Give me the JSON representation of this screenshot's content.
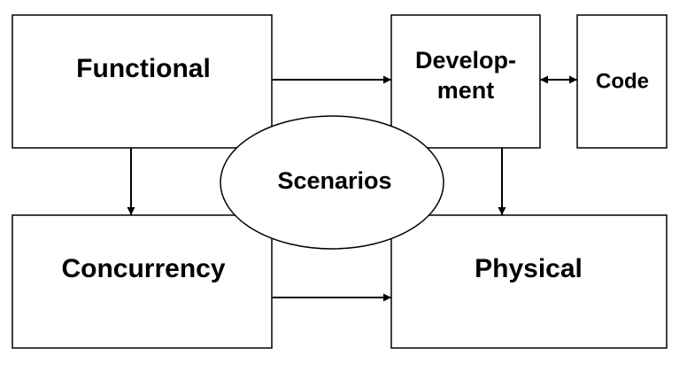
{
  "nodes": {
    "functional": {
      "label": "Functional"
    },
    "development": {
      "label_line1": "Develop-",
      "label_line2": "ment"
    },
    "code": {
      "label": "Code"
    },
    "scenarios": {
      "label": "Scenarios"
    },
    "concurrency": {
      "label": "Concurrency"
    },
    "physical": {
      "label": "Physical"
    }
  },
  "edges": [
    {
      "from": "functional",
      "to": "development",
      "direction": "forward"
    },
    {
      "from": "development",
      "to": "code",
      "direction": "both"
    },
    {
      "from": "functional",
      "to": "concurrency",
      "direction": "forward"
    },
    {
      "from": "development",
      "to": "physical",
      "direction": "forward"
    },
    {
      "from": "concurrency",
      "to": "physical",
      "direction": "forward"
    }
  ],
  "colors": {
    "stroke": "#000000",
    "fill": "#ffffff"
  }
}
